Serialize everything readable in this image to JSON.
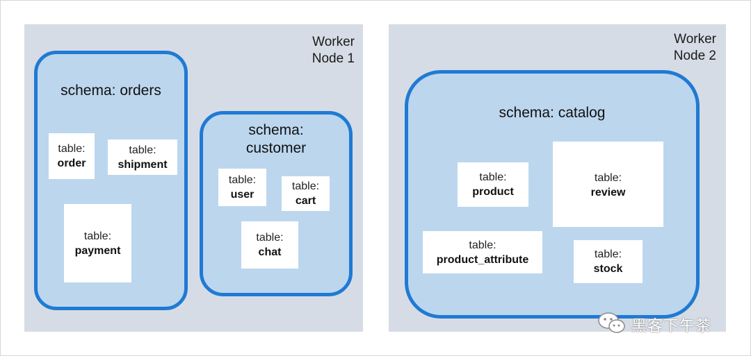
{
  "nodes": [
    {
      "label_line1": "Worker",
      "label_line2": "Node 1",
      "schemas": [
        {
          "title_lines": [
            "schema: orders"
          ],
          "tables": [
            {
              "label": "table:",
              "name": "order"
            },
            {
              "label": "table:",
              "name": "shipment"
            },
            {
              "label": "table:",
              "name": "payment"
            }
          ]
        },
        {
          "title_lines": [
            "schema:",
            "customer"
          ],
          "tables": [
            {
              "label": "table:",
              "name": "user"
            },
            {
              "label": "table:",
              "name": "cart"
            },
            {
              "label": "table:",
              "name": "chat"
            }
          ]
        }
      ]
    },
    {
      "label_line1": "Worker",
      "label_line2": "Node 2",
      "schemas": [
        {
          "title_lines": [
            "schema: catalog"
          ],
          "tables": [
            {
              "label": "table:",
              "name": "product"
            },
            {
              "label": "table:",
              "name": "review"
            },
            {
              "label": "table:",
              "name": "product_attribute"
            },
            {
              "label": "table:",
              "name": "stock"
            }
          ]
        }
      ]
    }
  ],
  "watermark": {
    "text": "黑客下午茶",
    "icon": "wechat-icon"
  },
  "colors": {
    "node_bg": "#d6dce5",
    "schema_fill": "#bcd6ee",
    "schema_border": "#1f7ad4",
    "table_bg": "#ffffff"
  }
}
